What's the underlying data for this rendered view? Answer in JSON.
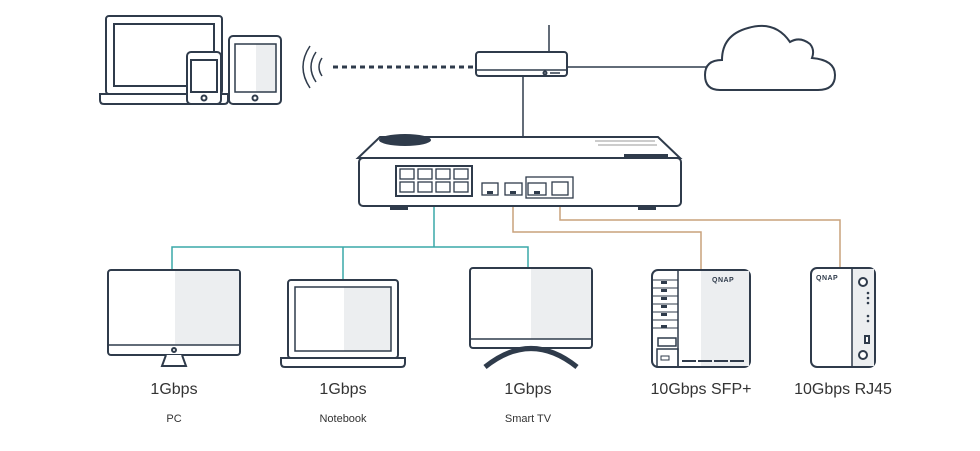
{
  "colors": {
    "outline": "#2f3b4b",
    "gigabit_link": "#3aa8a8",
    "ten_gig_link": "#c9a27c",
    "shade": "#eceef0"
  },
  "nas_brand": "QNAP",
  "endpoints": [
    {
      "speed": "1Gbps",
      "device": "PC"
    },
    {
      "speed": "1Gbps",
      "device": "Notebook"
    },
    {
      "speed": "1Gbps",
      "device": "Smart TV"
    },
    {
      "speed": "10Gbps SFP+"
    },
    {
      "speed": "10Gbps RJ45"
    }
  ]
}
